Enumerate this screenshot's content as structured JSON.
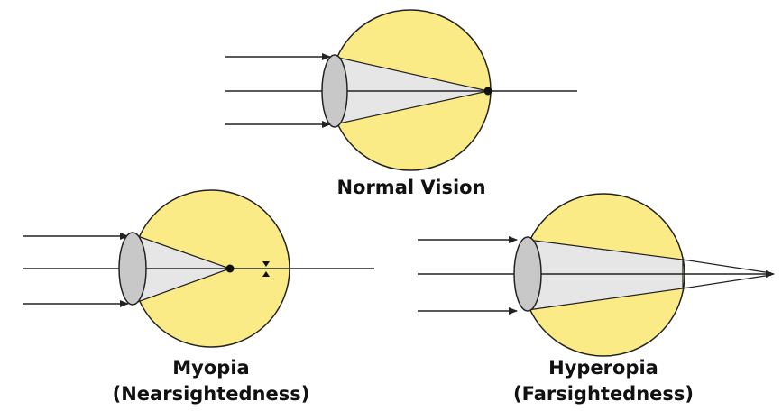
{
  "panels": {
    "normal": {
      "label": "Normal Vision"
    },
    "myopia": {
      "label_line1": "Myopia",
      "label_line2": "(Nearsightedness)"
    },
    "hyperopia": {
      "label_line1": "Hyperopia",
      "label_line2": "(Farsightedness)"
    }
  },
  "colors": {
    "eyeball": "#fbeb87",
    "lens": "#c8c8c8",
    "light_cone": "#e6e6e6",
    "outline": "#222222"
  }
}
